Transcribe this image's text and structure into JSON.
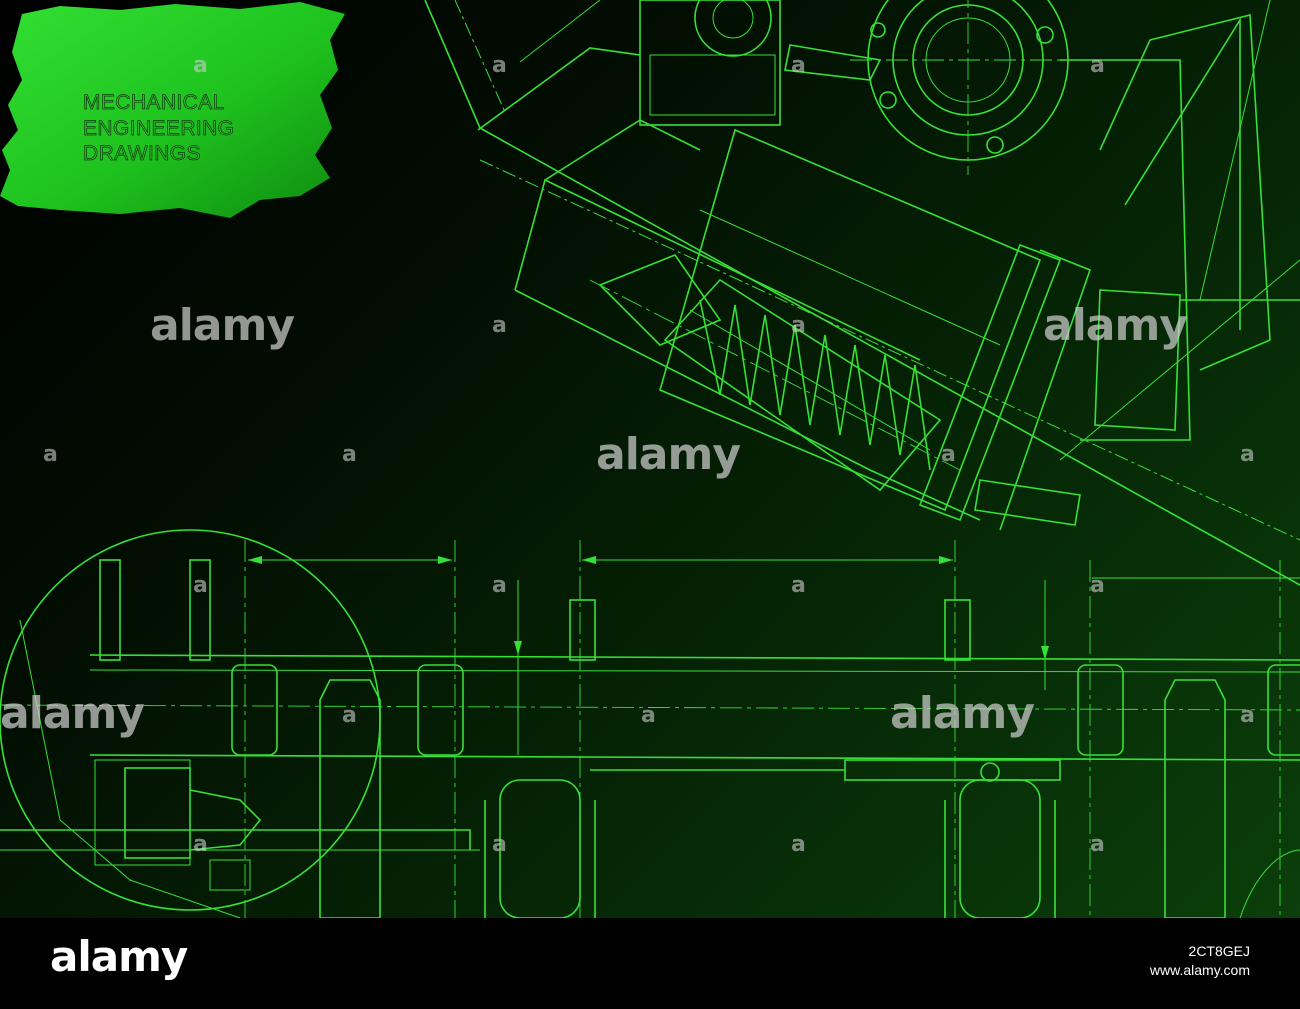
{
  "title_badge": {
    "lines": [
      "MECHANICAL",
      "ENGINEERING",
      "DRAWINGS"
    ],
    "color": "#37b437"
  },
  "drawing": {
    "line_color": "#37e037",
    "background_colors": [
      "#000000",
      "#0b3f0b"
    ]
  },
  "watermark": {
    "brand": "alamy",
    "mark": "a"
  },
  "footer": {
    "logo": "alamy",
    "image_id": "2CT8GEJ",
    "url": "www.alamy.com"
  }
}
